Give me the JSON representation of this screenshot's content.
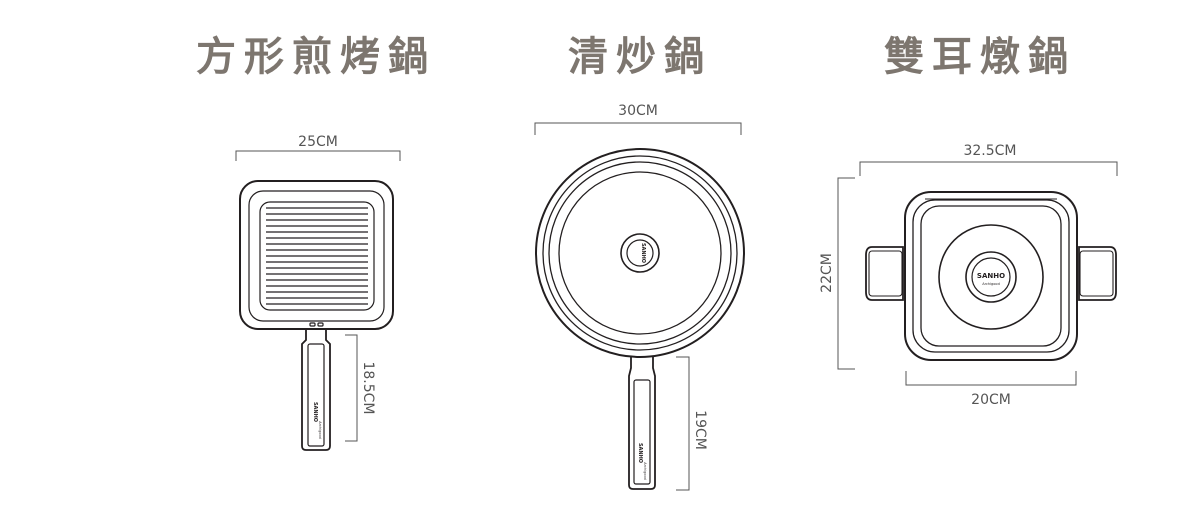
{
  "colors": {
    "title": "#7d766f",
    "line": "#231f20",
    "dim": "#555555"
  },
  "titles": {
    "grill": "方形煎烤鍋",
    "wok": "清炒鍋",
    "pot": "雙耳燉鍋"
  },
  "dimensions": {
    "grill_width": "25CM",
    "grill_handle": "18.5CM",
    "wok_width": "30CM",
    "wok_handle": "19CM",
    "pot_width": "32.5CM",
    "pot_height": "22CM",
    "pot_base": "20CM"
  },
  "brand": {
    "logo": "SANHO",
    "subtitle": "Archigood"
  }
}
